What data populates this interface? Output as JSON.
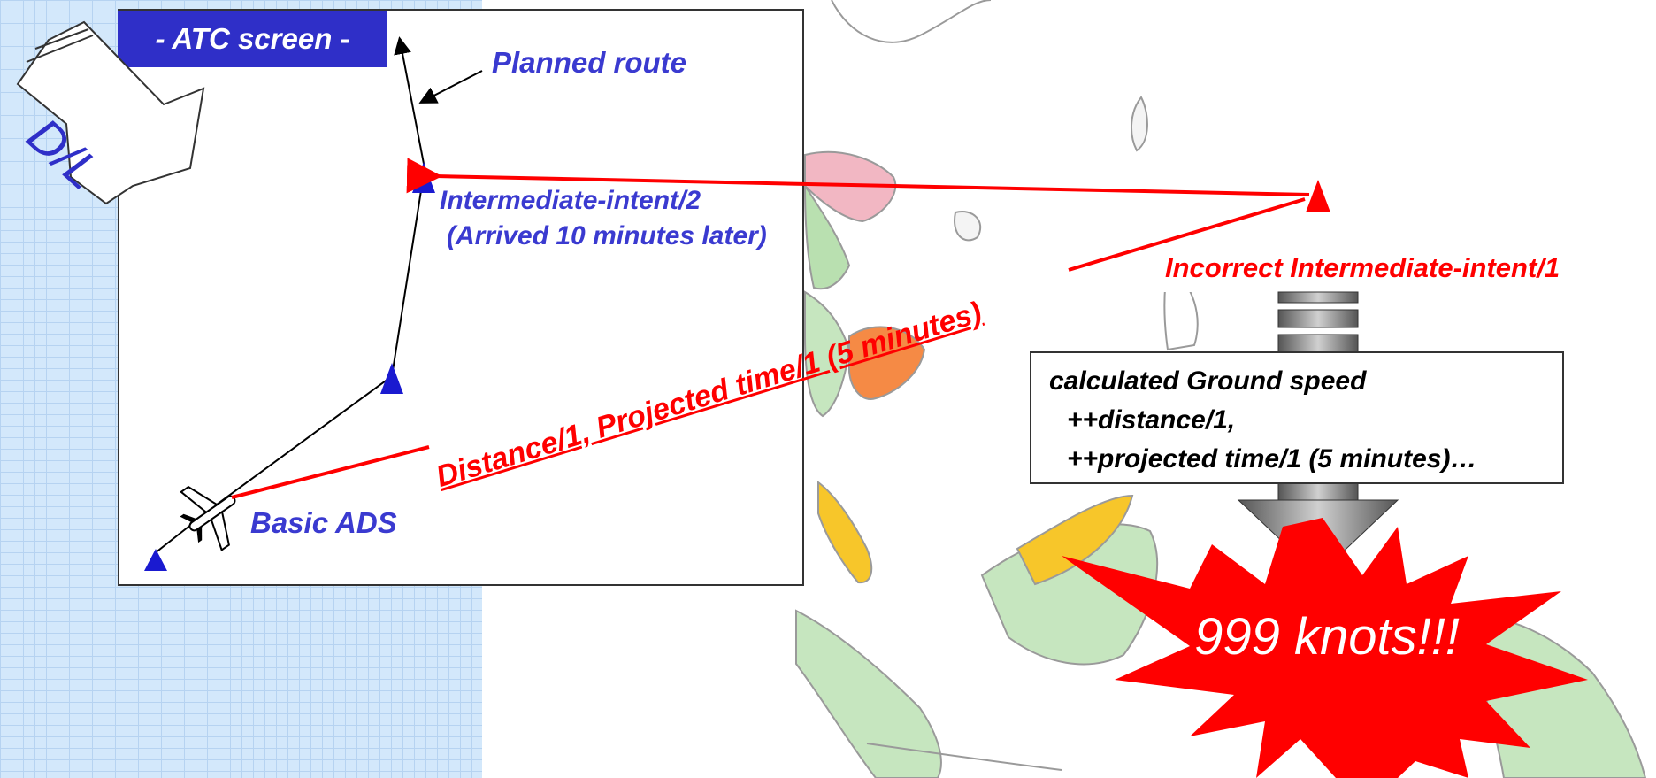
{
  "screen": {
    "title": "- ATC screen -"
  },
  "dl_label": "D/L",
  "route": {
    "planned_route_label": "Planned route",
    "intermediate_intent_2": "Intermediate-intent/2",
    "arrived_note": "(Arrived 10 minutes later)",
    "basic_ads": "Basic ADS"
  },
  "projection": {
    "distance_label": "Distance/1, Projected time/1 (5 minutes)",
    "incorrect_label": "Incorrect Intermediate-intent/1"
  },
  "calculation": {
    "line1": "calculated Ground speed",
    "line2": "++distance/1,",
    "line3": "++projected time/1 (5 minutes)…"
  },
  "result": {
    "speed": "999 knots!!!"
  },
  "colors": {
    "route_blue": "#3a3ad0",
    "alert_red": "#ff0000",
    "title_bg": "#2f2fc8",
    "grid_blue": "#d3e8fb"
  }
}
